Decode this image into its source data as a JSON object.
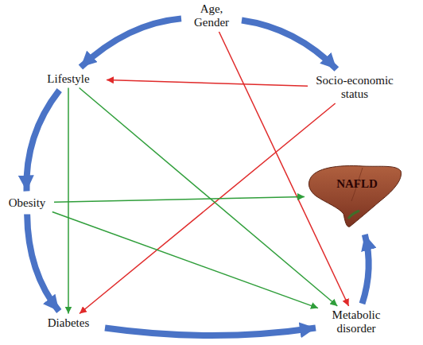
{
  "diagram": {
    "nodes": [
      {
        "text": [
          "Age, Gender"
        ]
      },
      {
        "text": [
          "Lifestyle"
        ]
      },
      {
        "text": [
          "Socio-economic status"
        ]
      },
      {
        "text": [
          "Obesity"
        ]
      },
      {
        "text": [
          "NAFLD"
        ]
      },
      {
        "text": [
          "Diabetes"
        ]
      },
      {
        "text": [
          "Metabolic disorder"
        ]
      }
    ],
    "edges": [
      {
        "from": 0,
        "to": 1,
        "arrow": "to"
      },
      {
        "from": 0,
        "to": 2,
        "arrow": "to"
      },
      {
        "from": 1,
        "to": 3,
        "arrow": "to"
      },
      {
        "from": 3,
        "to": 5,
        "arrow": "to"
      },
      {
        "from": 5,
        "to": 6,
        "arrow": "to"
      },
      {
        "from": 6,
        "to": 4,
        "arrow": "to"
      },
      {
        "from": 0,
        "to": 6,
        "arrow": "to"
      },
      {
        "from": 2,
        "to": 1,
        "arrow": "to"
      },
      {
        "from": 2,
        "to": 5,
        "arrow": "to"
      },
      {
        "from": 3,
        "to": 4,
        "arrow": "to"
      },
      {
        "from": 3,
        "to": 6,
        "arrow": "to"
      },
      {
        "from": 1,
        "to": 5,
        "arrow": "to"
      },
      {
        "from": 1,
        "to": 6,
        "arrow": "to"
      }
    ]
  }
}
